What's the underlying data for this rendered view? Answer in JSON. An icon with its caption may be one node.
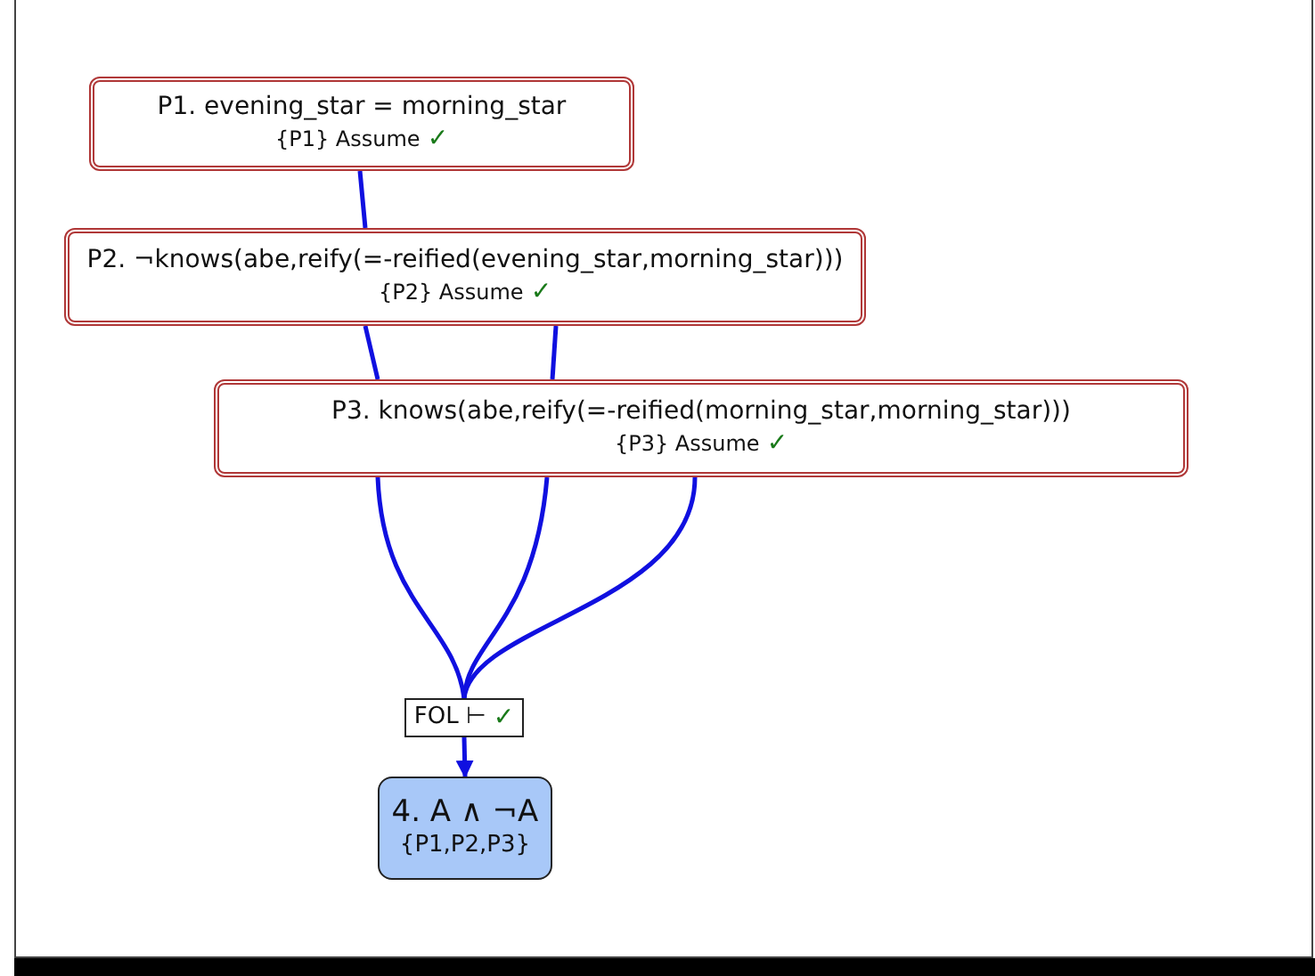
{
  "diagram": {
    "nodes": [
      {
        "text": [
          "P1. evening_star = morning_star",
          "{P1} Assume",
          "✓"
        ]
      },
      {
        "text": [
          "P2. ¬knows(abe,reify(=-reified(evening_star,morning_star)))",
          "{P2} Assume",
          "✓"
        ]
      },
      {
        "text": [
          "P3. knows(abe,reify(=-reified(morning_star,morning_star)))",
          "{P3} Assume",
          "✓"
        ]
      },
      {
        "text": [
          "FOL ⊢",
          "✓"
        ]
      },
      {
        "text": [
          "4. A ∧ ¬A",
          "{P1,P2,P3}"
        ]
      }
    ],
    "edges": [
      {
        "from": 0,
        "to": 1,
        "arrow": "none"
      },
      {
        "from": 1,
        "to": 2,
        "arrow": "none"
      },
      {
        "from": 1,
        "to": 2,
        "arrow": "none"
      },
      {
        "from": 2,
        "to": 3,
        "arrow": "none"
      },
      {
        "from": 2,
        "to": 3,
        "arrow": "none"
      },
      {
        "from": 2,
        "to": 3,
        "arrow": "none"
      },
      {
        "from": 3,
        "to": 4,
        "arrow": "to"
      }
    ]
  }
}
